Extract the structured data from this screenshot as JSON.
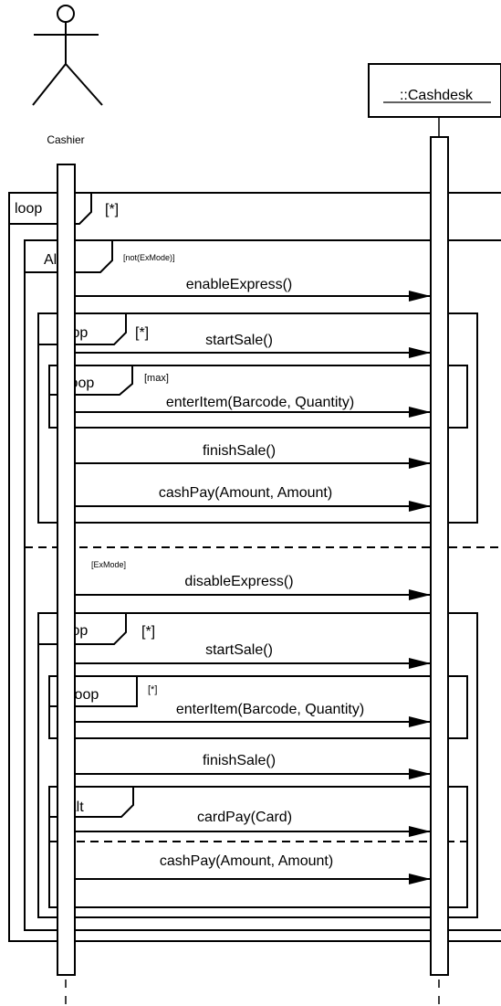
{
  "actor": {
    "label": "Cashier"
  },
  "object": {
    "label": "::Cashdesk"
  },
  "outer_loop": {
    "operator": "loop",
    "guard": "[*]"
  },
  "alt_main": {
    "operator": "Alt",
    "guard1": "[not(ExMode)]",
    "guard2": "[ExMode]"
  },
  "branch1": {
    "enable": "enableExpress()",
    "loop": {
      "operator": "loop",
      "guard": "[*]"
    },
    "start": "startSale()",
    "inner_loop": {
      "operator": "loop",
      "guard": "[max]"
    },
    "enter": "enterItem(Barcode, Quantity)",
    "finish": "finishSale()",
    "cash": "cashPay(Amount, Amount)"
  },
  "branch2": {
    "disable": "disableExpress()",
    "loop": {
      "operator": "loop",
      "guard": "[*]"
    },
    "start": "startSale()",
    "inner_loop": {
      "operator": "loop",
      "guard": "[*]"
    },
    "enter": "enterItem(Barcode, Quantity)",
    "finish": "finishSale()",
    "alt": {
      "operator": "Alt"
    },
    "card": "cardPay(Card)",
    "cash": "cashPay(Amount, Amount)"
  }
}
